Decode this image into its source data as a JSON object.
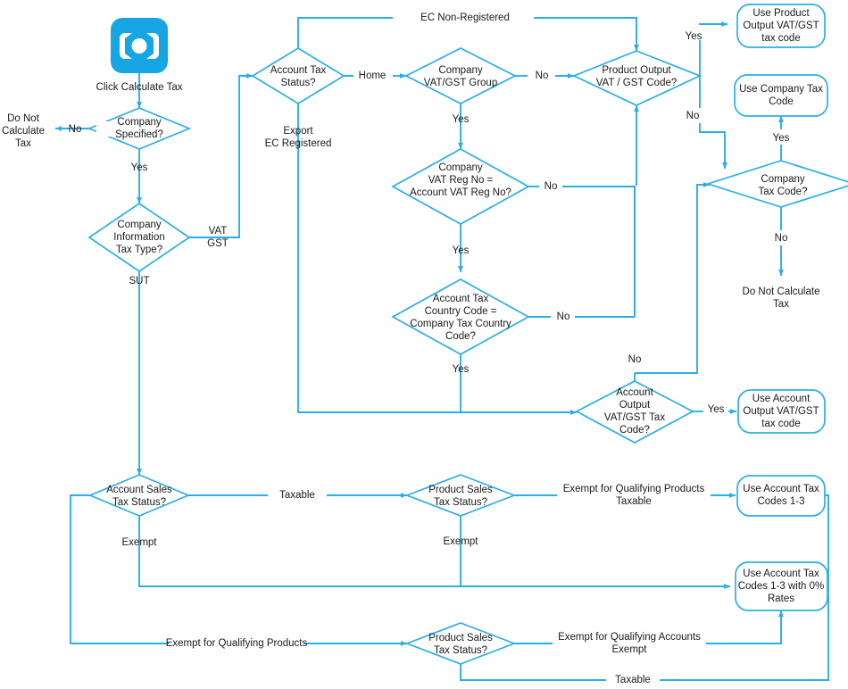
{
  "diagram": {
    "title": "Tax Calculation Decision Flowchart",
    "accent_color": "#2BAEE8",
    "text_color": "#1a1a1a",
    "background": "#ffffff"
  },
  "start": {
    "icon": "banknote-icon",
    "label": "Click Calculate Tax"
  },
  "nodes": [
    {
      "id": "company_specified",
      "type": "decision",
      "text": [
        "Company",
        "Specified?"
      ]
    },
    {
      "id": "company_info_tax_type",
      "type": "decision",
      "text": [
        "Company",
        "Information",
        "Tax Type?"
      ]
    },
    {
      "id": "account_tax_status",
      "type": "decision",
      "text": [
        "Account Tax",
        "Status?"
      ]
    },
    {
      "id": "company_vat_gst_group",
      "type": "decision",
      "text": [
        "Company",
        "VAT/GST Group"
      ]
    },
    {
      "id": "company_vat_reg_no",
      "type": "decision",
      "text": [
        "Company",
        "VAT Reg No =",
        "Account VAT Reg No?"
      ]
    },
    {
      "id": "account_tax_country",
      "type": "decision",
      "text": [
        "Account Tax",
        "Country Code =",
        "Company Tax Country",
        "Code?"
      ]
    },
    {
      "id": "product_output_code",
      "type": "decision",
      "text": [
        "Product Output",
        "VAT / GST Code?"
      ]
    },
    {
      "id": "company_tax_code",
      "type": "decision",
      "text": [
        "Company",
        "Tax Code?"
      ]
    },
    {
      "id": "account_output_code",
      "type": "decision",
      "text": [
        "Account",
        "Output",
        "VAT/GST Tax",
        "Code?"
      ]
    },
    {
      "id": "account_sales_status",
      "type": "decision",
      "text": [
        "Account Sales",
        "Tax Status?"
      ]
    },
    {
      "id": "product_sales_status_1",
      "type": "decision",
      "text": [
        "Product Sales",
        "Tax Status?"
      ]
    },
    {
      "id": "product_sales_status_2",
      "type": "decision",
      "text": [
        "Product Sales",
        "Tax Status?"
      ]
    }
  ],
  "terminals": [
    {
      "id": "do_not_calculate_left",
      "type": "plain-text",
      "text": [
        "Do Not",
        "Calculate",
        "Tax"
      ]
    },
    {
      "id": "do_not_calculate_right",
      "type": "plain-text",
      "text": [
        "Do Not Calculate",
        "Tax"
      ]
    }
  ],
  "results": [
    {
      "id": "use_product_output",
      "type": "rounded-box",
      "text": [
        "Use Product",
        "Output VAT/GST",
        "tax code"
      ]
    },
    {
      "id": "use_company_tax",
      "type": "rounded-box",
      "text": [
        "Use Company Tax",
        "Code"
      ]
    },
    {
      "id": "use_account_output",
      "type": "rounded-box",
      "text": [
        "Use Account",
        "Output VAT/GST",
        "tax code"
      ]
    },
    {
      "id": "use_codes_1_3",
      "type": "rounded-box",
      "text": [
        "Use Account Tax",
        "Codes 1-3"
      ]
    },
    {
      "id": "use_codes_1_3_zero",
      "type": "rounded-box",
      "text": [
        "Use Account Tax",
        "Codes 1-3 with 0%",
        "Rates"
      ]
    }
  ],
  "edge_labels": [
    {
      "id": "e_no_company",
      "text": "No"
    },
    {
      "id": "e_yes_company",
      "text": "Yes"
    },
    {
      "id": "e_vat_gst",
      "text": [
        "VAT",
        "GST"
      ]
    },
    {
      "id": "e_sut",
      "text": "SUT"
    },
    {
      "id": "e_ec_non_registered",
      "text": "EC Non-Registered"
    },
    {
      "id": "e_home",
      "text": "Home"
    },
    {
      "id": "e_export_ec_registered",
      "text": [
        "Export",
        "EC Registered"
      ]
    },
    {
      "id": "e_no_group",
      "text": "No"
    },
    {
      "id": "e_yes_group",
      "text": "Yes"
    },
    {
      "id": "e_no_vatreg",
      "text": "No"
    },
    {
      "id": "e_yes_vatreg",
      "text": "Yes"
    },
    {
      "id": "e_no_country",
      "text": "No"
    },
    {
      "id": "e_yes_country",
      "text": "Yes"
    },
    {
      "id": "e_yes_product_output",
      "text": "Yes"
    },
    {
      "id": "e_no_product_output",
      "text": "No"
    },
    {
      "id": "e_yes_company_tax",
      "text": "Yes"
    },
    {
      "id": "e_no_company_tax",
      "text": "No"
    },
    {
      "id": "e_no_to_account_output",
      "text": "No"
    },
    {
      "id": "e_yes_account_output",
      "text": "Yes"
    },
    {
      "id": "e_taxable_1",
      "text": "Taxable"
    },
    {
      "id": "e_exempt_account",
      "text": "Exempt"
    },
    {
      "id": "e_exempt_qual_products_taxable",
      "text": [
        "Exempt for Qualifying Products",
        "Taxable"
      ]
    },
    {
      "id": "e_exempt_product_1",
      "text": "Exempt"
    },
    {
      "id": "e_exempt_qual_products",
      "text": "Exempt for Qualifying Products"
    },
    {
      "id": "e_exempt_qual_accounts_exempt",
      "text": [
        "Exempt for Qualifying Accounts",
        "Exempt"
      ]
    },
    {
      "id": "e_taxable_2",
      "text": "Taxable"
    }
  ]
}
